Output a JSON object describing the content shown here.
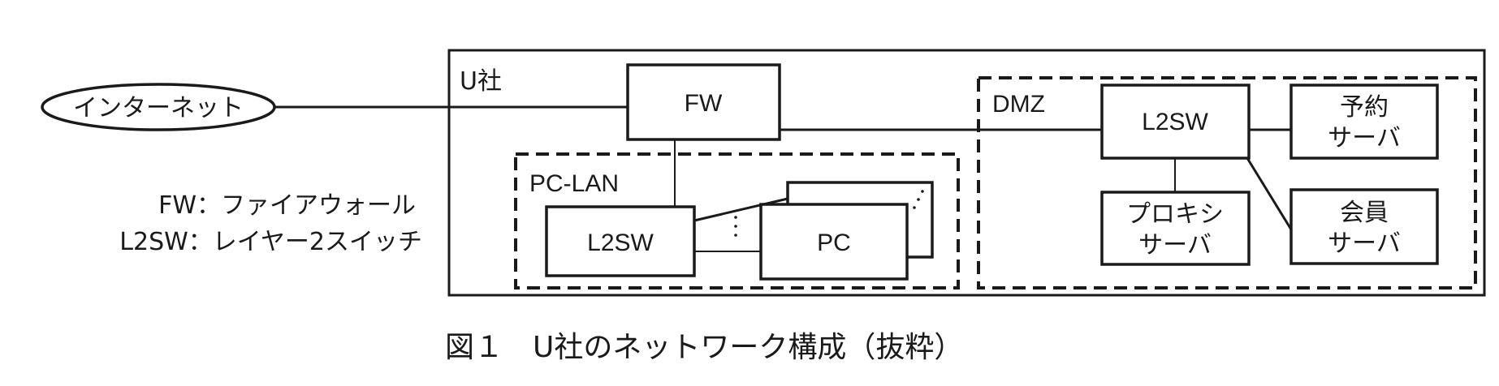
{
  "diagram": {
    "internet": "インターネット",
    "company": "U社",
    "fw": "FW",
    "pc_lan": {
      "label": "PC-LAN",
      "l2sw": "L2SW",
      "pc": "PC"
    },
    "dmz": {
      "label": "DMZ",
      "l2sw": "L2SW",
      "reservation_server": [
        "予約",
        "サーバ"
      ],
      "member_server": [
        "会員",
        "サーバ"
      ],
      "proxy_server": [
        "プロキシ",
        "サーバ"
      ]
    },
    "legend": [
      "FW：ファイアウォール",
      "L2SW：レイヤー2スイッチ"
    ],
    "caption": "図１　U社のネットワーク構成（抜粋）"
  }
}
